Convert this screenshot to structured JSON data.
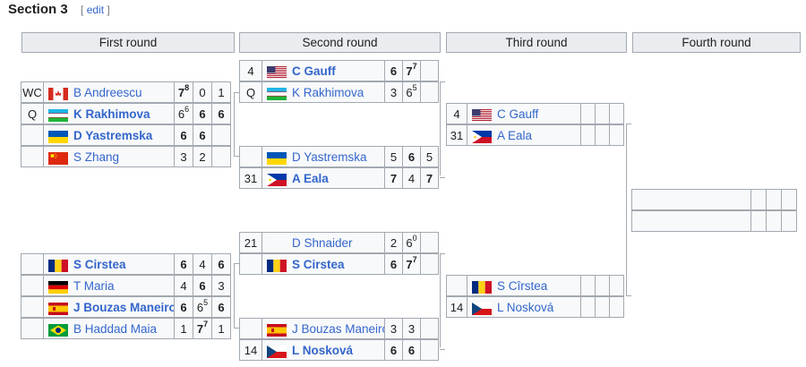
{
  "section": {
    "title": "Section 3",
    "edit_open": "[",
    "edit_label": "edit",
    "edit_close": "]"
  },
  "rounds": [
    "First round",
    "Second round",
    "Third round",
    "Fourth round"
  ],
  "first_round": [
    {
      "seed": "WC",
      "flag": "CAN",
      "name": "B Andreescu",
      "win": false,
      "scores": [
        {
          "v": "7",
          "sup": "8",
          "win": true
        },
        {
          "v": "0",
          "sup": "",
          "win": false
        },
        {
          "v": "1",
          "sup": "",
          "win": false
        }
      ]
    },
    {
      "seed": "Q",
      "flag": "UZB",
      "name": "K Rakhimova",
      "win": true,
      "scores": [
        {
          "v": "6",
          "sup": "6",
          "win": false
        },
        {
          "v": "6",
          "sup": "",
          "win": true
        },
        {
          "v": "6",
          "sup": "",
          "win": true
        }
      ]
    },
    {
      "seed": "",
      "flag": "UKR",
      "name": "D Yastremska",
      "win": true,
      "scores": [
        {
          "v": "6",
          "sup": "",
          "win": true
        },
        {
          "v": "6",
          "sup": "",
          "win": true
        },
        {
          "v": "",
          "sup": "",
          "win": false
        }
      ]
    },
    {
      "seed": "",
      "flag": "CHN",
      "name": "S Zhang",
      "win": false,
      "scores": [
        {
          "v": "3",
          "sup": "",
          "win": false
        },
        {
          "v": "2",
          "sup": "",
          "win": false
        },
        {
          "v": "",
          "sup": "",
          "win": false
        }
      ]
    },
    {
      "seed": "",
      "flag": "ROU",
      "name": "S Cirstea",
      "win": true,
      "scores": [
        {
          "v": "6",
          "sup": "",
          "win": true
        },
        {
          "v": "4",
          "sup": "",
          "win": false
        },
        {
          "v": "6",
          "sup": "",
          "win": true
        }
      ]
    },
    {
      "seed": "",
      "flag": "GER",
      "name": "T Maria",
      "win": false,
      "scores": [
        {
          "v": "4",
          "sup": "",
          "win": false
        },
        {
          "v": "6",
          "sup": "",
          "win": true
        },
        {
          "v": "3",
          "sup": "",
          "win": false
        }
      ]
    },
    {
      "seed": "",
      "flag": "ESP",
      "name": "J Bouzas Maneiro",
      "win": true,
      "scores": [
        {
          "v": "6",
          "sup": "",
          "win": true
        },
        {
          "v": "6",
          "sup": "5",
          "win": false
        },
        {
          "v": "6",
          "sup": "",
          "win": true
        }
      ]
    },
    {
      "seed": "",
      "flag": "BRA",
      "name": "B Haddad Maia",
      "win": false,
      "scores": [
        {
          "v": "1",
          "sup": "",
          "win": false
        },
        {
          "v": "7",
          "sup": "7",
          "win": true
        },
        {
          "v": "1",
          "sup": "",
          "win": false
        }
      ]
    }
  ],
  "second_round": [
    {
      "seed": "4",
      "flag": "USA",
      "name": "C Gauff",
      "win": true,
      "scores": [
        {
          "v": "6",
          "sup": "",
          "win": true
        },
        {
          "v": "7",
          "sup": "7",
          "win": true
        },
        {
          "v": "",
          "sup": "",
          "win": false
        }
      ]
    },
    {
      "seed": "Q",
      "flag": "UZB",
      "name": "K Rakhimova",
      "win": false,
      "scores": [
        {
          "v": "3",
          "sup": "",
          "win": false
        },
        {
          "v": "6",
          "sup": "5",
          "win": false
        },
        {
          "v": "",
          "sup": "",
          "win": false
        }
      ]
    },
    {
      "seed": "",
      "flag": "UKR",
      "name": "D Yastremska",
      "win": false,
      "scores": [
        {
          "v": "5",
          "sup": "",
          "win": false
        },
        {
          "v": "6",
          "sup": "",
          "win": true
        },
        {
          "v": "5",
          "sup": "",
          "win": false
        }
      ]
    },
    {
      "seed": "31",
      "flag": "PHI",
      "name": "A Eala",
      "win": true,
      "scores": [
        {
          "v": "7",
          "sup": "",
          "win": true
        },
        {
          "v": "4",
          "sup": "",
          "win": false
        },
        {
          "v": "7",
          "sup": "",
          "win": true
        }
      ]
    },
    {
      "seed": "21",
      "flag": "",
      "name": "D Shnaider",
      "win": false,
      "scores": [
        {
          "v": "2",
          "sup": "",
          "win": false
        },
        {
          "v": "6",
          "sup": "0",
          "win": false
        },
        {
          "v": "",
          "sup": "",
          "win": false
        }
      ]
    },
    {
      "seed": "",
      "flag": "ROU",
      "name": "S Cirstea",
      "win": true,
      "scores": [
        {
          "v": "6",
          "sup": "",
          "win": true
        },
        {
          "v": "7",
          "sup": "7",
          "win": true
        },
        {
          "v": "",
          "sup": "",
          "win": false
        }
      ]
    },
    {
      "seed": "",
      "flag": "ESP",
      "name": "J Bouzas Maneiro",
      "win": false,
      "scores": [
        {
          "v": "3",
          "sup": "",
          "win": false
        },
        {
          "v": "3",
          "sup": "",
          "win": false
        },
        {
          "v": "",
          "sup": "",
          "win": false
        }
      ]
    },
    {
      "seed": "14",
      "flag": "CZE",
      "name": "L Nosková",
      "win": true,
      "scores": [
        {
          "v": "6",
          "sup": "",
          "win": true
        },
        {
          "v": "6",
          "sup": "",
          "win": true
        },
        {
          "v": "",
          "sup": "",
          "win": false
        }
      ]
    }
  ],
  "third_round": [
    {
      "seed": "4",
      "flag": "USA",
      "name": "C Gauff",
      "win": false,
      "scores": []
    },
    {
      "seed": "31",
      "flag": "PHI",
      "name": "A Eala",
      "win": false,
      "scores": []
    },
    {
      "seed": "",
      "flag": "ROU",
      "name": "S Cîrstea",
      "win": false,
      "scores": []
    },
    {
      "seed": "14",
      "flag": "CZE",
      "name": "L Nosková",
      "win": false,
      "scores": []
    }
  ],
  "colors": {
    "link": "#3366cc",
    "header_bg": "#eaecf0",
    "cell_bg": "#f8f9fa",
    "border": "#a2a9b1"
  }
}
